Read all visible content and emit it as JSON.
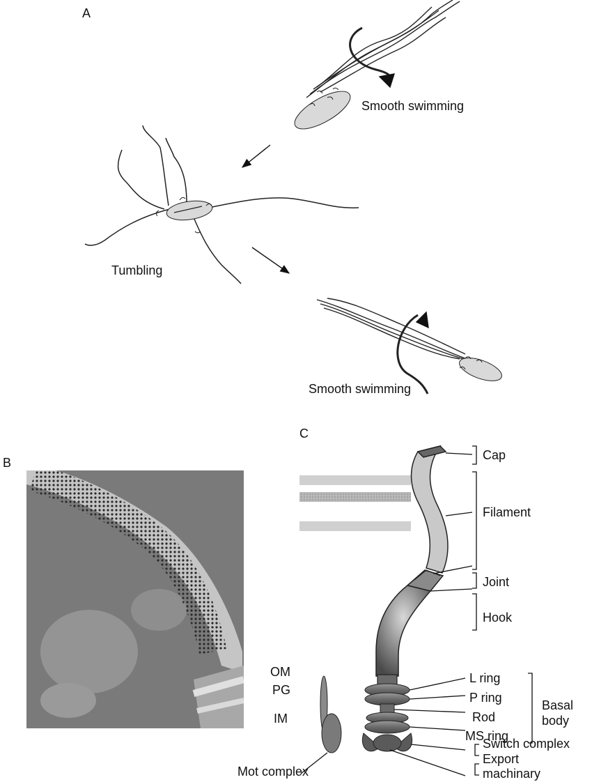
{
  "panels": {
    "a": {
      "letter": "A",
      "labels": {
        "smooth_top": "Smooth swimming",
        "tumbling": "Tumbling",
        "smooth_bottom": "Smooth swimming"
      }
    },
    "b": {
      "letter": "B"
    },
    "c": {
      "letter": "C",
      "parts": {
        "cap": "Cap",
        "filament": "Filament",
        "joint": "Joint",
        "hook": "Hook",
        "l_ring": "L ring",
        "p_ring": "P ring",
        "rod": "Rod",
        "ms_ring": "MS ring",
        "basal_body_line1": "Basal",
        "basal_body_line2": "body",
        "switch_complex": "Switch complex",
        "export_line1": "Export",
        "export_line2": "machinary",
        "mot_complex": "Mot complex"
      },
      "membranes": {
        "om": "OM",
        "pg": "PG",
        "im": "IM"
      }
    }
  },
  "colors": {
    "cell_fill": "#d9d9d9",
    "filament_fill": "#c9c9c9",
    "hook_dark": "#555555",
    "membrane_band": "#d0d0d0"
  }
}
